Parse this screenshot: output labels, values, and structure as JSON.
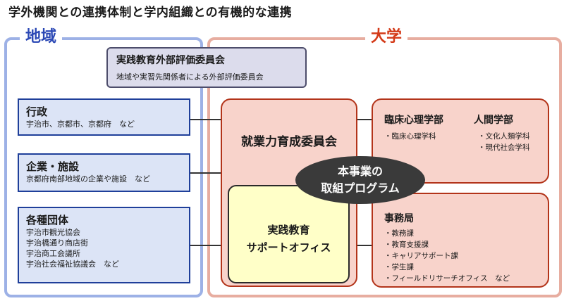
{
  "title": "学外機関との連携体制と学内組織との有機的な連携",
  "regions": {
    "local": "地域",
    "university": "大学"
  },
  "external_evaluation": {
    "title": "実践教育外部評価委員会",
    "subtitle": "地域や実習先関係者による外部評価委員会"
  },
  "local_orgs": [
    {
      "title": "行政",
      "lines": [
        "宇治市、京都市、京都府　など"
      ]
    },
    {
      "title": "企業・施設",
      "lines": [
        "京都府南部地域の企業や施設　など"
      ]
    },
    {
      "title": "各種団体",
      "lines": [
        "宇治市観光協会",
        "宇治橋通り商店街",
        "宇治商工会議所",
        "宇治社会福祉協議会　など"
      ]
    }
  ],
  "committee": "就業力育成委員会",
  "support_office": [
    "実践教育",
    "サポートオフィス"
  ],
  "program": [
    "本事業の",
    "取組プログラム"
  ],
  "faculties": [
    {
      "title": "臨床心理学部",
      "items": [
        "・臨床心理学科"
      ]
    },
    {
      "title": "人間学部",
      "items": [
        "・文化人類学科",
        "・現代社会学科"
      ]
    }
  ],
  "office": {
    "title": "事務局",
    "items": [
      "・教務課",
      "・教育支援課",
      "・キャリアサポート課",
      "・学生課",
      "・フィールドリサーチオフィス　など"
    ]
  },
  "colors": {
    "local_border": "#9db1e6",
    "univ_border": "#e7ada0",
    "local_label": "#2b48b5",
    "univ_label": "#d43a18",
    "local_box_fill": "#dce4f6",
    "univ_box_fill": "#f8d3cb",
    "support_fill": "#ffffc8",
    "oval_fill": "#3a3a3a"
  }
}
